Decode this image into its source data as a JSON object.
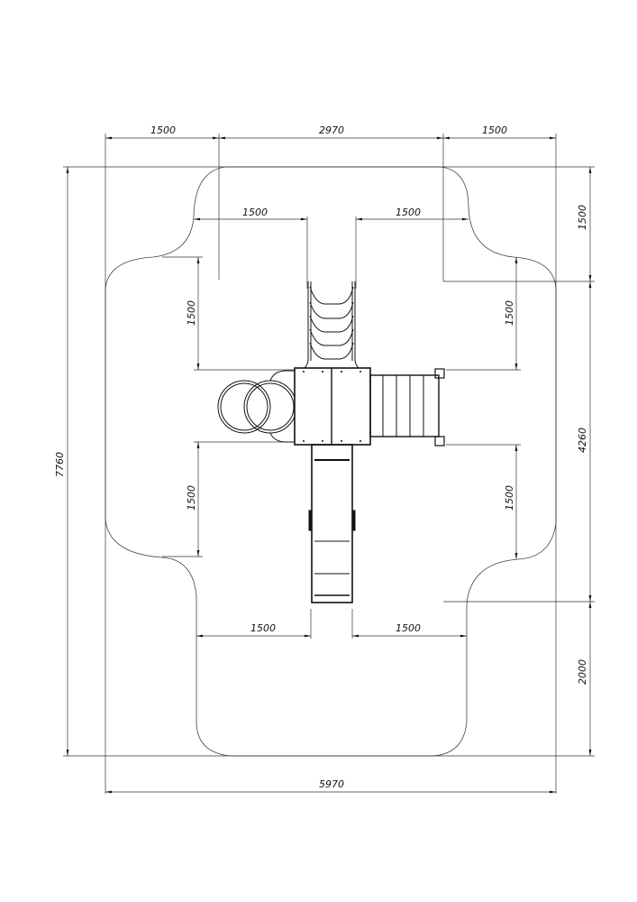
{
  "drawing": {
    "overall_width": "5970",
    "overall_height": "7760",
    "top_dims": [
      "1500",
      "2970",
      "1500"
    ],
    "inner_top_dims": [
      "1500",
      "1500"
    ],
    "left_dims": [
      "1500",
      "1500"
    ],
    "right_inner_dims": [
      "1500",
      "1500"
    ],
    "bottom_inner_dims": [
      "1500",
      "1500"
    ],
    "right_dims": [
      "1500",
      "4260",
      "2000"
    ]
  }
}
